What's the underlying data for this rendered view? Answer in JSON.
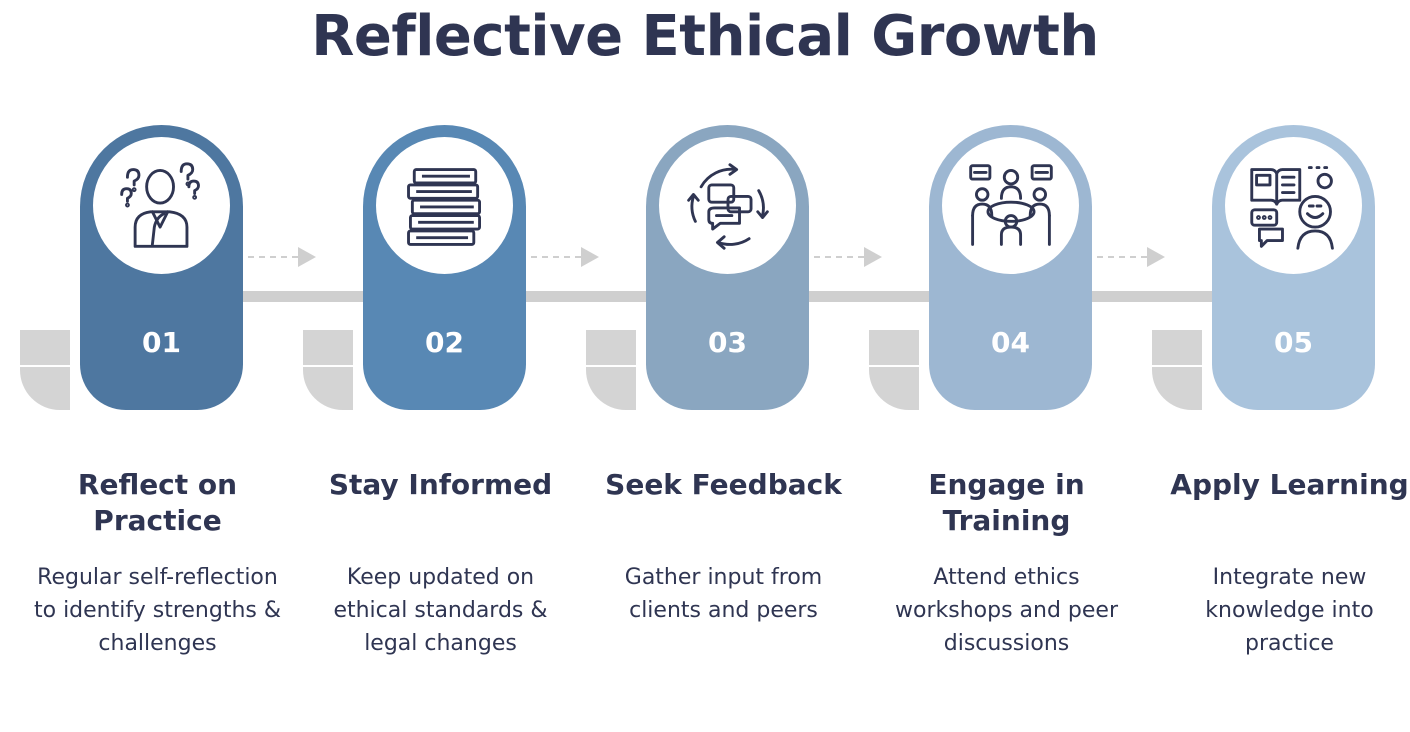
{
  "title": "Reflective Ethical Growth",
  "colors": {
    "title_text": "#2f3552",
    "track": "#cfcfcf",
    "step_1": "#4e77a0",
    "step_2": "#5888b4",
    "step_3": "#8aa6c0",
    "step_4": "#9db7d2",
    "step_5": "#a9c3dc"
  },
  "steps": [
    {
      "number": "01",
      "heading": "Reflect on Practice",
      "description": "Regular self-reflection to identify strengths & challenges",
      "icon": "thinking-person-icon"
    },
    {
      "number": "02",
      "heading": "Stay Informed",
      "description": "Keep updated on ethical standards & legal changes",
      "icon": "book-stack-icon"
    },
    {
      "number": "03",
      "heading": "Seek Feedback",
      "description": "Gather input from clients and peers",
      "icon": "feedback-cycle-icon"
    },
    {
      "number": "04",
      "heading": "Engage in Training",
      "description": "Attend ethics workshops and peer discussions",
      "icon": "group-discussion-icon"
    },
    {
      "number": "05",
      "heading": "Apply Learning",
      "description": "Integrate new knowledge into practice",
      "icon": "learning-mind-icon"
    }
  ]
}
